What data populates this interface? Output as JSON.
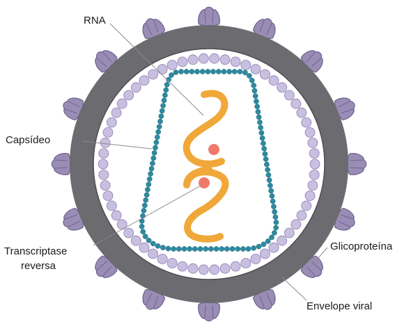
{
  "labels": {
    "rna": "RNA",
    "capsid": "Capsídeo",
    "rt_line1": "Transcriptase",
    "rt_line2": "reversa",
    "glycoprotein": "Glicoproteína",
    "envelope": "Envelope viral"
  },
  "colors": {
    "envelope": "#6b6b70",
    "envelope_edge": "#4c4c50",
    "envelope_inner": "#c9c9cc",
    "glycoprotein_stem": "#4f6b4f",
    "glycoprotein_head": "#9a8db5",
    "glycoprotein_head_edge": "#6f6390",
    "capsid_bead": "#c9bfe0",
    "capsid_bead_edge": "#8a7fb0",
    "rna_capsule_bead": "#2d8aa0",
    "rna_strand": "#f0a83a",
    "reverse_transcriptase": "#f07a6a",
    "leader_line": "#8a8a8a"
  },
  "icons": {
    "glycoprotein": "glycoprotein-spike-icon",
    "capsid_unit": "capsomere-icon",
    "enzyme": "enzyme-dot-icon"
  }
}
